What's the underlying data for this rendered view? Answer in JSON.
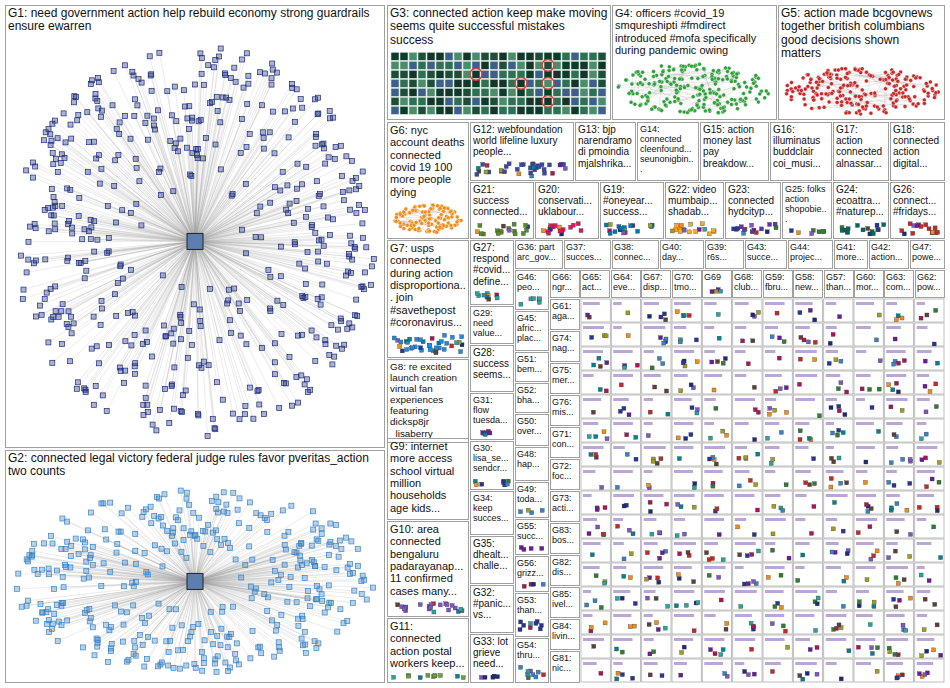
{
  "diagram": {
    "nodes": [
      {
        "text": [
          "G1: need government action help rebuild economy strong guardrails ensure ewarren"
        ]
      },
      {
        "text": [
          "G2: connected legal victory federal judge rules favor pveritas_action two counts"
        ]
      },
      {
        "text": [
          "G3: connected action keep make moving seems quite successful mistakes success"
        ]
      },
      {
        "text": [
          "G4: officers #covid_19 smqureshipti #fmdirect introduced #mofa specifically during pandemic owing"
        ]
      },
      {
        "text": [
          "G5: action made bcgovnews together british columbians good decisions shown matters"
        ]
      },
      {
        "text": [
          "G6: nyc account deaths connected covid 19 100 more people dying"
        ]
      },
      {
        "text": [
          "G12: webfoundation world lifeline luxury people..."
        ]
      },
      {
        "text": [
          "G13: bjp narendramodi pmoindia mjalshrika..."
        ]
      },
      {
        "text": [
          "G14: connected cleenfound... seunonigbin..."
        ]
      },
      {
        "text": [
          "G15: action money last pay breakdow..."
        ]
      },
      {
        "text": [
          "G16: illuminatus buddclair coi_musi..."
        ]
      },
      {
        "text": [
          "G17: action connected alnassar..."
        ]
      },
      {
        "text": [
          "G18: connected action digital..."
        ]
      },
      {
        "text": [
          "G21: success connected..."
        ]
      },
      {
        "text": [
          "G20: conservati... uklabour..."
        ]
      },
      {
        "text": [
          "G19: #oneyear... success..."
        ]
      },
      {
        "text": [
          "G22: video mumbaip... shadab..."
        ]
      },
      {
        "text": [
          "G23: connected hydcityp..."
        ]
      },
      {
        "text": [
          "G25: folks action shopobie..."
        ]
      },
      {
        "text": [
          "G24: ecoattra... #naturep..."
        ]
      },
      {
        "text": [
          "G26: connect... #fridays..."
        ]
      },
      {
        "text": [
          "G7: usps connected during action disproportiona... join #savethepost #coronavirus..."
        ]
      },
      {
        "text": [
          "G8: re excited launch creation virtual fan experiences featuring dicksp8jr _lisaberry"
        ]
      },
      {
        "text": [
          "G9: internet more access school virtual million households age kids..."
        ]
      },
      {
        "text": [
          "G10: area connected bengaluru padarayanap... 11 confirmed cases many..."
        ]
      },
      {
        "text": [
          "G11: connected action postal workers keep..."
        ]
      },
      {
        "text": [
          "G27: respond #covid... define..."
        ]
      },
      {
        "text": [
          "G36: part arc_gov..."
        ]
      },
      {
        "text": [
          "G37: succes..."
        ]
      },
      {
        "text": [
          "G38: connec..."
        ]
      },
      {
        "text": [
          "G40: day..."
        ]
      },
      {
        "text": [
          "G39: r6s..."
        ]
      },
      {
        "text": [
          "G43: succe..."
        ]
      },
      {
        "text": [
          "G44: projec..."
        ]
      },
      {
        "text": [
          "G41: more..."
        ]
      },
      {
        "text": [
          "G42: action..."
        ]
      },
      {
        "text": [
          "G47: powe..."
        ]
      },
      {
        "text": [
          "G29: need value..."
        ]
      },
      {
        "text": [
          "G46: peo..."
        ]
      },
      {
        "text": [
          "G66: ngr..."
        ]
      },
      {
        "text": [
          "G65: act..."
        ]
      },
      {
        "text": [
          "G64: eve..."
        ]
      },
      {
        "text": [
          "G67: disp..."
        ]
      },
      {
        "text": [
          "G70: tmo..."
        ]
      },
      {
        "text": [
          "G69"
        ]
      },
      {
        "text": [
          "G68: club..."
        ]
      },
      {
        "text": [
          "G59: fbru..."
        ]
      },
      {
        "text": [
          "G58: new..."
        ]
      },
      {
        "text": [
          "G57: than..."
        ]
      },
      {
        "text": [
          "G60: mor..."
        ]
      },
      {
        "text": [
          "G63: com..."
        ]
      },
      {
        "text": [
          "G62: pow..."
        ]
      },
      {
        "text": [
          "G45: afric... plac..."
        ]
      },
      {
        "text": [
          "G61: aga..."
        ]
      },
      {
        "text": [
          "G28: success seems..."
        ]
      },
      {
        "text": [
          "G51: bem..."
        ]
      },
      {
        "text": [
          "G74: nag..."
        ]
      },
      {
        "text": [
          "G31: flow tuesda..."
        ]
      },
      {
        "text": [
          "G52: bha..."
        ]
      },
      {
        "text": [
          "G75: mer..."
        ]
      },
      {
        "text": [
          "G50: over..."
        ]
      },
      {
        "text": [
          "G76: mis..."
        ]
      },
      {
        "text": [
          "G30: lisa_se... sendcr..."
        ]
      },
      {
        "text": [
          "G48: hap..."
        ]
      },
      {
        "text": [
          "G71: con..."
        ]
      },
      {
        "text": [
          "G34: keep succes..."
        ]
      },
      {
        "text": [
          "G49: toda..."
        ]
      },
      {
        "text": [
          "G72: foc..."
        ]
      },
      {
        "text": [
          "G73: acti..."
        ]
      },
      {
        "text": [
          "G35: dhealt... challe..."
        ]
      },
      {
        "text": [
          "G55: succ..."
        ]
      },
      {
        "text": [
          "G83: bos..."
        ]
      },
      {
        "text": [
          "G56: grizz..."
        ]
      },
      {
        "text": [
          "G82: dis..."
        ]
      },
      {
        "text": [
          "G32: #panic... vs..."
        ]
      },
      {
        "text": [
          "G53: than..."
        ]
      },
      {
        "text": [
          "G85: ivel..."
        ]
      },
      {
        "text": [
          "G84: livin..."
        ]
      },
      {
        "text": [
          "G33: lot grieve need..."
        ]
      },
      {
        "text": [
          "G54: thru..."
        ]
      },
      {
        "text": [
          "G81: nic..."
        ]
      }
    ]
  }
}
